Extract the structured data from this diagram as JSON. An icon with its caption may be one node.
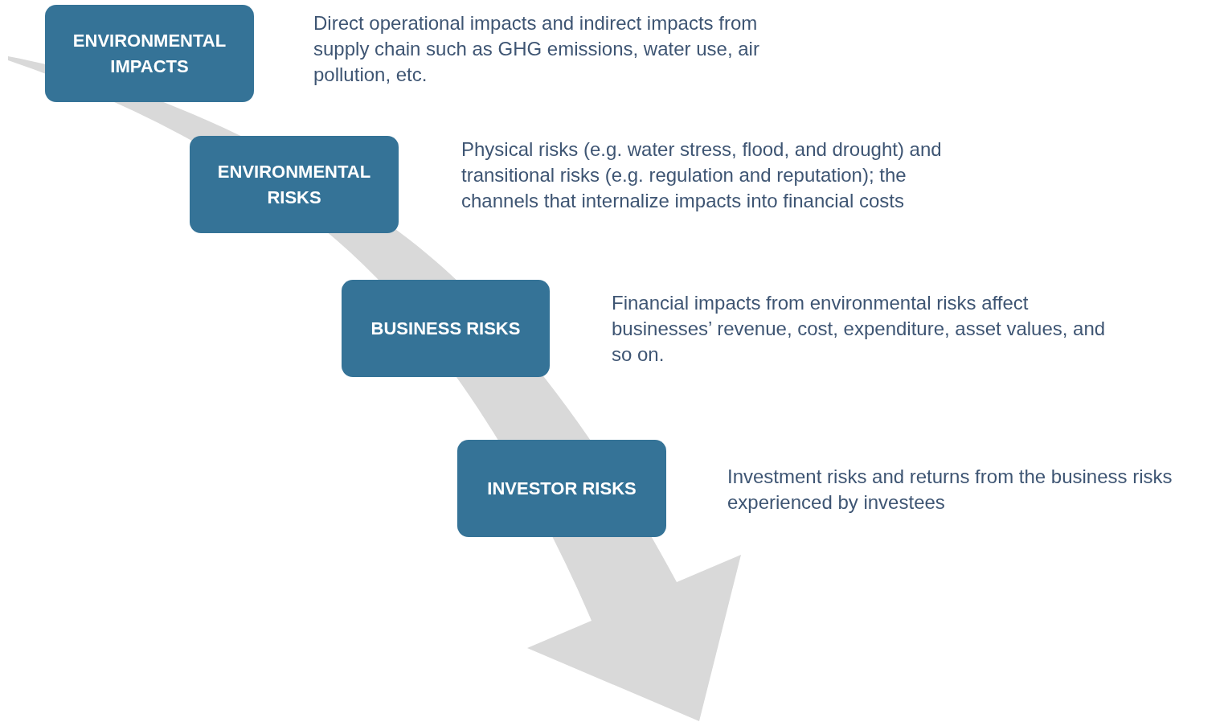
{
  "diagram": {
    "nodes": [
      {
        "text": [
          "ENVIRONMENTAL IMPACTS"
        ],
        "beside": [
          "Direct operational impacts and indirect impacts from supply chain such as GHG emissions, water use, air pollution, etc."
        ]
      },
      {
        "text": [
          "ENVIRONMENTAL RISKS"
        ],
        "beside": [
          "Physical risks (e.g. water stress, flood, and drought) and transitional risks (e.g. regulation and reputation); the channels that internalize impacts into financial costs"
        ]
      },
      {
        "text": [
          "BUSINESS RISKS"
        ],
        "beside": [
          "Financial impacts from environmental risks affect businesses’ revenue, cost, expenditure, asset values, and so on."
        ]
      },
      {
        "text": [
          "INVESTOR RISKS"
        ],
        "beside": [
          "Investment risks and returns from the business risks experienced by investees"
        ]
      }
    ],
    "edges": []
  }
}
